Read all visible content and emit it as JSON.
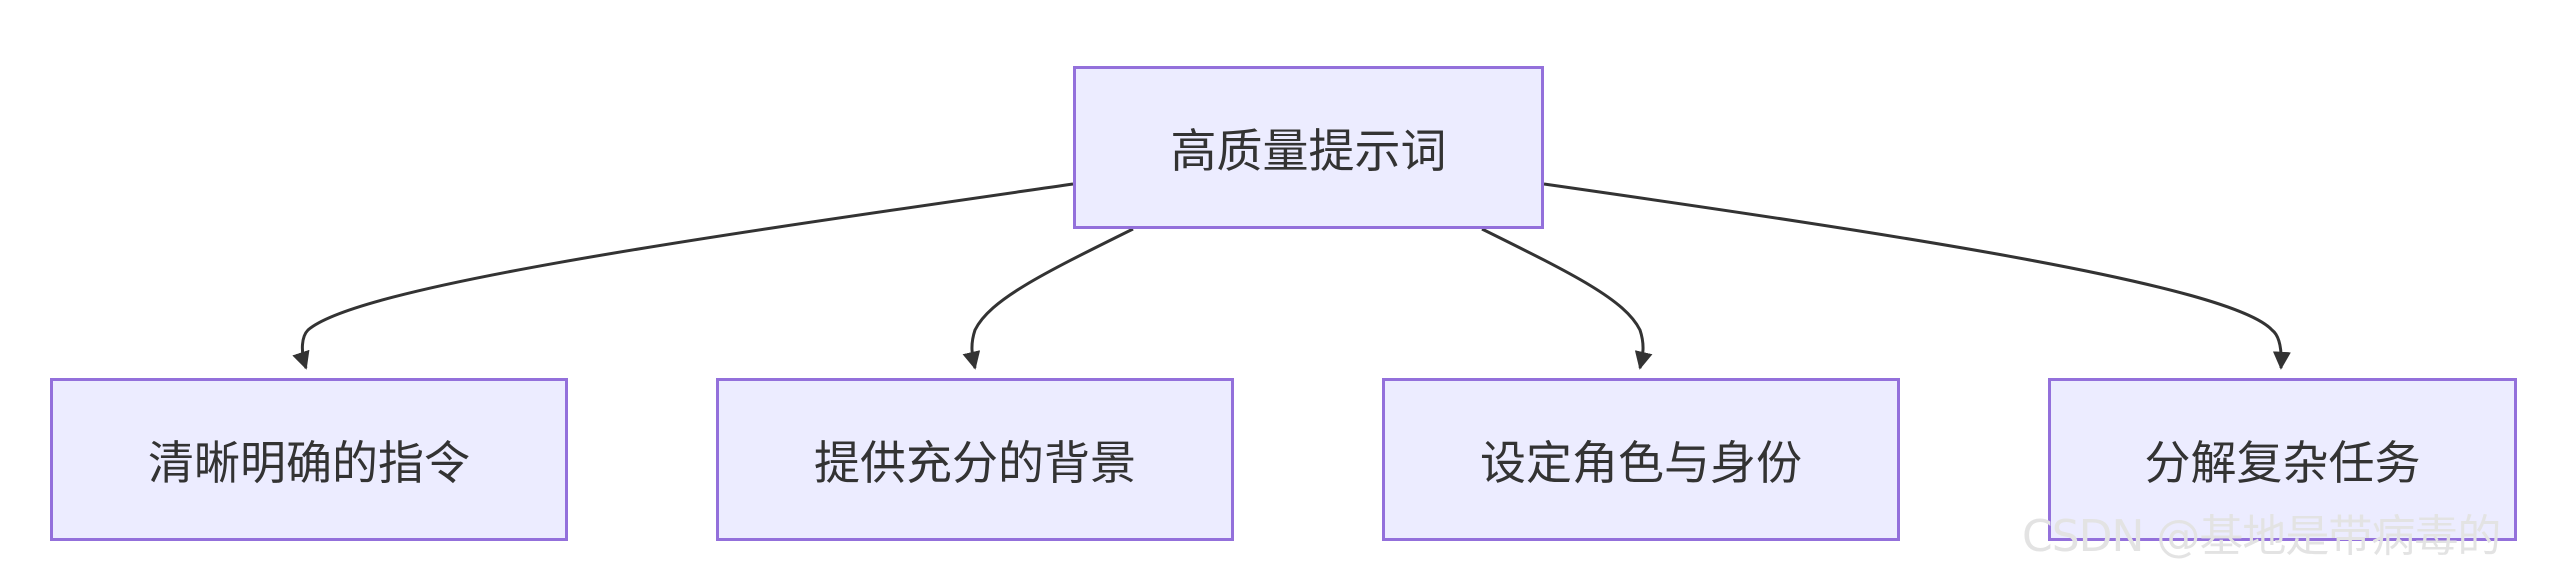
{
  "diagram": {
    "root": {
      "label": "高质量提示词"
    },
    "children": [
      {
        "label": "清晰明确的指令"
      },
      {
        "label": "提供充分的背景"
      },
      {
        "label": "设定角色与身份"
      },
      {
        "label": "分解复杂任务"
      }
    ]
  },
  "colors": {
    "node_fill": "#ECECFF",
    "node_border": "#9370DB",
    "edge": "#333333",
    "text": "#333333"
  },
  "watermark": {
    "text": "CSDN @基地是带病毒的"
  }
}
